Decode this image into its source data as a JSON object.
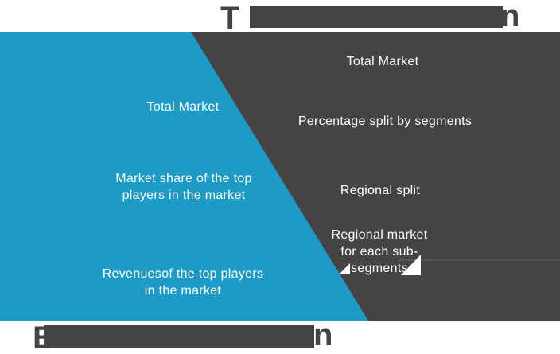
{
  "colors": {
    "accent_blue": "#1e9ac6",
    "dark_gray": "#464344",
    "label_text": "#ffffff"
  },
  "titles": {
    "top": {
      "visible_start": "T",
      "visible_end": "n"
    },
    "bottom": {
      "visible_start": "B",
      "visible_end": "n"
    }
  },
  "top_down": {
    "labels": [
      "Total Market",
      "Percentage split by segments",
      "Regional split",
      "Regional market\nfor each sub-\nsegments"
    ]
  },
  "bottom_up": {
    "labels": [
      "Total Market",
      "Market share of the top\nplayers in the market",
      "Revenuesof the top players\nin the market"
    ]
  }
}
